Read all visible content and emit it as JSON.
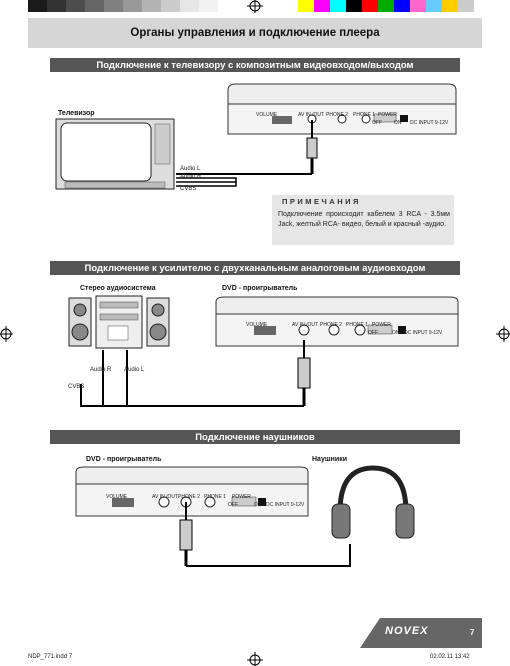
{
  "page": {
    "title": "Органы управления и подключение плеера",
    "page_number": "7",
    "logo": "NOVEX",
    "footer_left": "NDP_771.indd 7",
    "footer_right": "02.02.11 13:42"
  },
  "colors": {
    "swatches_left": [
      "#1a1a1a",
      "#333333",
      "#4d4d4d",
      "#666666",
      "#808080",
      "#999999",
      "#b3b3b3",
      "#cccccc",
      "#e6e6e6",
      "#f2f2f2"
    ],
    "swatches_right": [
      "#ffff00",
      "#ff00ff",
      "#00ffff",
      "#000000",
      "#ff0000",
      "#00aa00",
      "#0000ff",
      "#ff66cc",
      "#66ccff",
      "#ffcc00",
      "#cccccc",
      "#ffffff"
    ]
  },
  "sections": {
    "tv": {
      "header": "Подключение к телевизору с композитным видеовходом/выходом",
      "tv_label": "Телевизор",
      "cable_labels": [
        "Audio L",
        "Audio R",
        "CVBS"
      ]
    },
    "note": {
      "heading": "ПРИМЕЧАНИЯ",
      "text": "Подключение происходит кабелем 3 RCA - 3.5мм Jack, желтый RCA- видео, белый и красный -аудио."
    },
    "amp": {
      "header": "Подключение к усилителю с двухканальным аналоговым аудиовходом",
      "stereo_label": "Стерео аудиосистема",
      "dvd_label": "DVD - проигрыватель",
      "cable_labels": [
        "Audio R",
        "Audio L",
        "CVBS"
      ]
    },
    "headphones": {
      "header": "Подключение наушников",
      "dvd_label": "DVD - проигрыватель",
      "headphones_label": "Наушники"
    }
  },
  "player_panel": {
    "volume": "VOLUME",
    "av_in_out": "AV IN /OUT",
    "phone2": "PHONE 2",
    "phone1": "PHONE 1",
    "power": "POWER",
    "off": "OFF",
    "on": "ON",
    "dc_in": "DC INPUT 9-12V"
  }
}
